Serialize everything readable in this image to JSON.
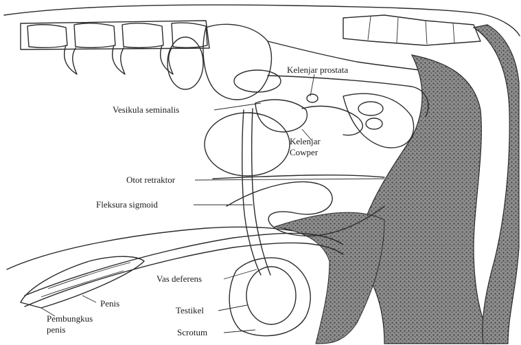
{
  "labels": {
    "kelenjar_prostata": "Kelenjar prostata",
    "vesikula_seminalis": "Vesikula seminalis",
    "kelenjar_cowper_line1": "Kelenjar",
    "kelenjar_cowper_line2": "Cowper",
    "otot_retraktor": "Otot retraktor",
    "fleksura_sigmoid": "Fleksura sigmoid",
    "vas_deferens": "Vas deferens",
    "penis": "Penis",
    "testikel": "Testikel",
    "pembungkus_line1": "Pembungkus",
    "pembungkus_line2": "penis",
    "scrotum": "Scrotum"
  },
  "colors": {
    "ink": "#2a2a2a",
    "shade_dark": "#5a5a5a",
    "shade_mid": "#9a9a9a",
    "paper": "#ffffff"
  }
}
